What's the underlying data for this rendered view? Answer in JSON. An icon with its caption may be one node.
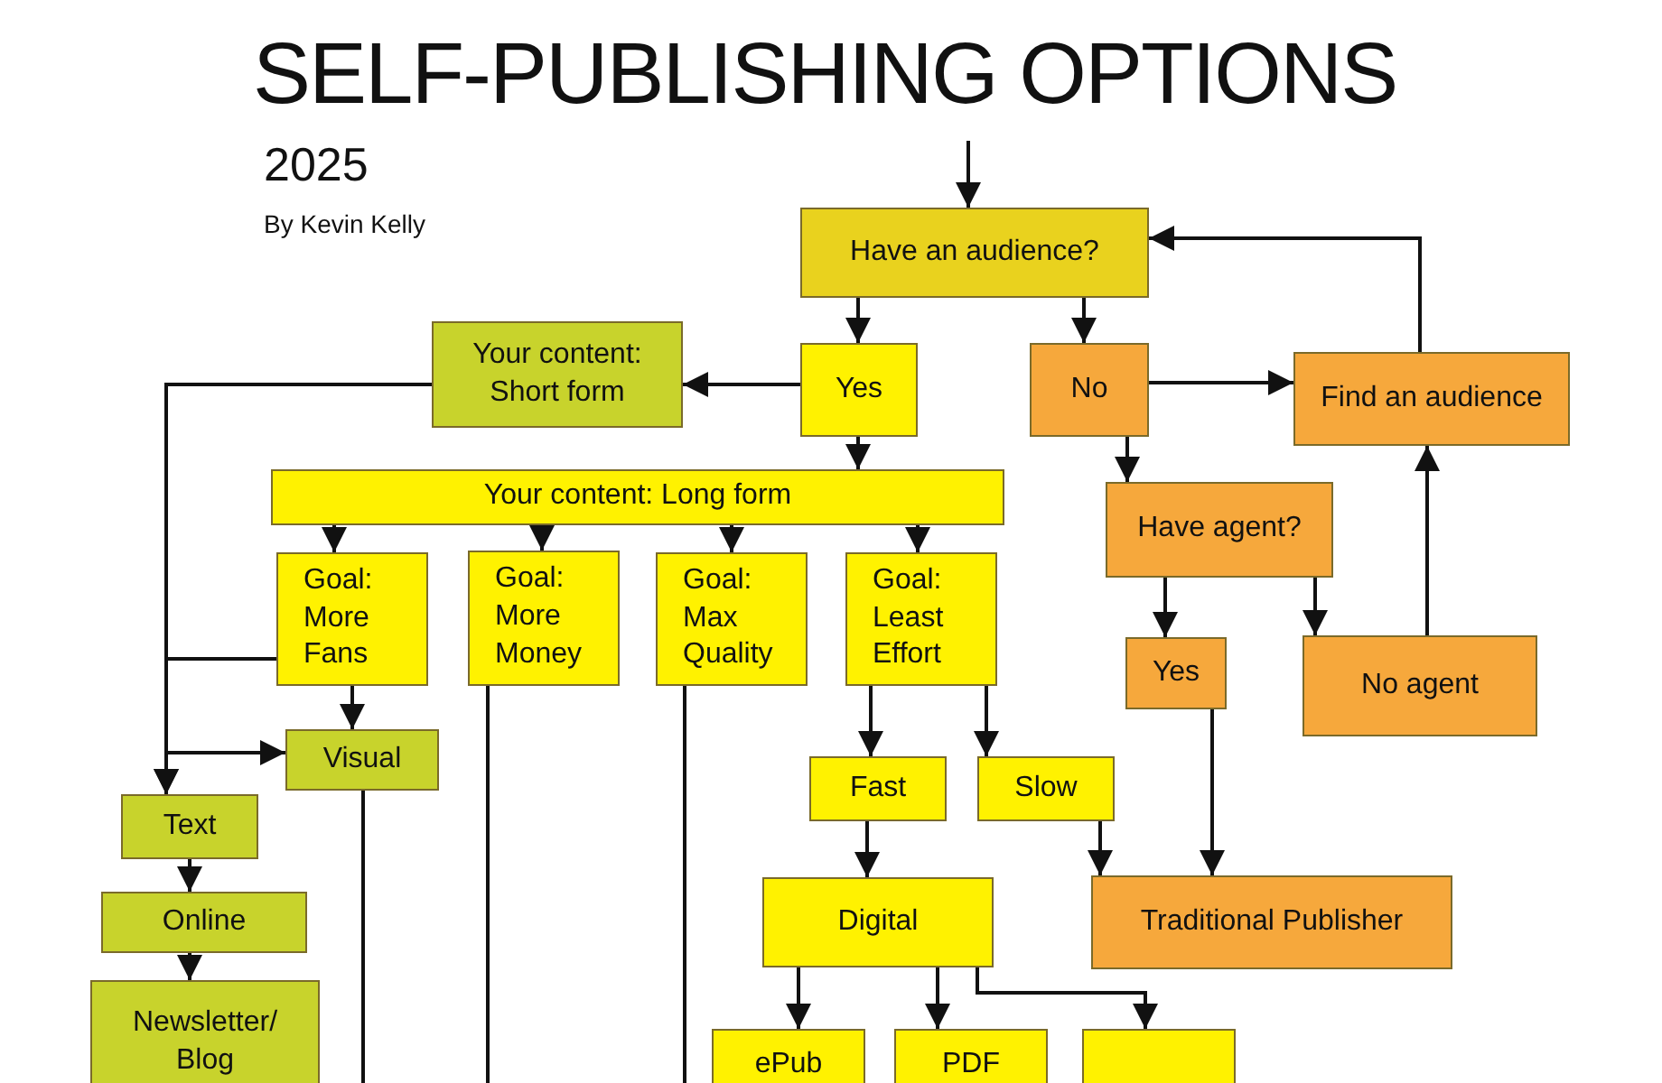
{
  "diagram": {
    "title": "SELF-PUBLISHING OPTIONS",
    "nodes": [
      {
        "text": [
          "Have an audience?"
        ]
      },
      {
        "text": [
          "Yes"
        ]
      },
      {
        "text": [
          "No"
        ]
      },
      {
        "text": [
          "Find an audience"
        ]
      },
      {
        "text": [
          "Your content: Short form"
        ]
      },
      {
        "text": [
          "Your content: Long form"
        ]
      },
      {
        "text": [
          "Have agent?"
        ]
      },
      {
        "text": [
          "Goal: More Fans"
        ]
      },
      {
        "text": [
          "Goal: More Money"
        ]
      },
      {
        "text": [
          "Goal: Max Quality"
        ]
      },
      {
        "text": [
          "Goal: Least Effort"
        ]
      },
      {
        "text": [
          "Yes"
        ]
      },
      {
        "text": [
          "No agent"
        ]
      },
      {
        "text": [
          "Visual"
        ]
      },
      {
        "text": [
          "Text"
        ]
      },
      {
        "text": [
          "Fast"
        ]
      },
      {
        "text": [
          "Slow"
        ]
      },
      {
        "text": [
          "Online"
        ]
      },
      {
        "text": [
          "Digital"
        ]
      },
      {
        "text": [
          "Traditional Publisher"
        ]
      },
      {
        "text": [
          "Newsletter/ Blog"
        ]
      },
      {
        "text": [
          "ePub"
        ]
      },
      {
        "text": [
          "PDF"
        ]
      },
      {
        "text": [],
        "shape": "box"
      }
    ],
    "edges": [
      {
        "from": null,
        "to": 0,
        "arrow": "to"
      },
      {
        "from": 0,
        "to": 1,
        "arrow": "to"
      },
      {
        "from": 0,
        "to": 2,
        "arrow": "to"
      },
      {
        "from": 1,
        "to": 4,
        "arrow": "to"
      },
      {
        "from": 1,
        "to": 5,
        "arrow": "to"
      },
      {
        "from": 2,
        "to": 3,
        "arrow": "to"
      },
      {
        "from": 2,
        "to": 6,
        "arrow": "to"
      },
      {
        "from": 3,
        "to": 0,
        "arrow": "to"
      },
      {
        "from": 4,
        "to": 14,
        "arrow": "to"
      },
      {
        "from": 4,
        "to": 13,
        "arrow": "to"
      },
      {
        "from": 7,
        "to": 14,
        "arrow": "to"
      },
      {
        "from": 7,
        "to": 13,
        "arrow": "to"
      },
      {
        "from": 5,
        "to": 7,
        "arrow": "to"
      },
      {
        "from": 5,
        "to": 8,
        "arrow": "to"
      },
      {
        "from": 5,
        "to": 9,
        "arrow": "to"
      },
      {
        "from": 5,
        "to": 10,
        "arrow": "to"
      },
      {
        "from": 10,
        "to": 15,
        "arrow": "to"
      },
      {
        "from": 10,
        "to": 16,
        "arrow": "to"
      },
      {
        "from": 6,
        "to": 11,
        "arrow": "to"
      },
      {
        "from": 6,
        "to": 12,
        "arrow": "to"
      },
      {
        "from": 12,
        "to": 3,
        "arrow": "to"
      },
      {
        "from": 15,
        "to": 18,
        "arrow": "to"
      },
      {
        "from": 16,
        "to": 19,
        "arrow": "to"
      },
      {
        "from": 11,
        "to": 19,
        "arrow": "to"
      },
      {
        "from": 18,
        "to": 21,
        "arrow": "to"
      },
      {
        "from": 18,
        "to": 22,
        "arrow": "to"
      },
      {
        "from": 18,
        "to": 23,
        "arrow": "to"
      },
      {
        "from": 14,
        "to": 17,
        "arrow": "to"
      },
      {
        "from": 17,
        "to": 20,
        "arrow": "to"
      },
      {
        "from": 13,
        "to": null,
        "arrow": "none"
      },
      {
        "from": 8,
        "to": null,
        "arrow": "none"
      },
      {
        "from": 9,
        "to": null,
        "arrow": "none"
      }
    ],
    "labels": [
      "2025",
      "By Kevin Kelly"
    ]
  }
}
